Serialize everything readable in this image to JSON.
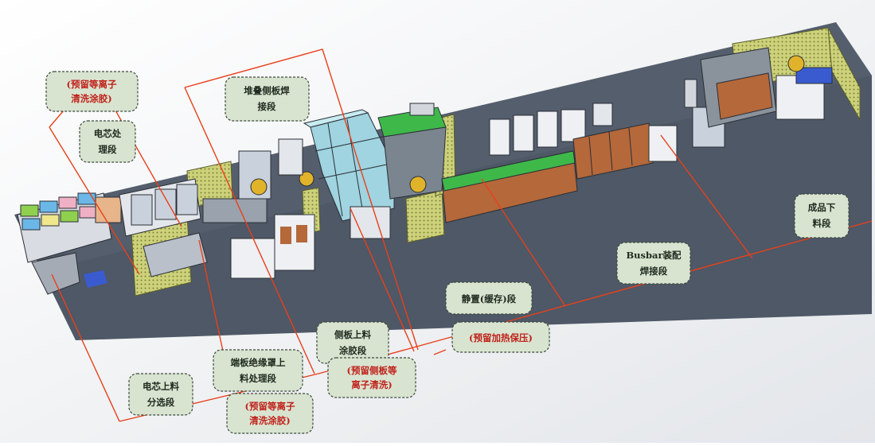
{
  "labels": {
    "reserve_plasma_top": [
      "(预留等离子",
      "清洗涂胶)"
    ],
    "cell_processing": [
      "电芯处",
      "理段"
    ],
    "stack_weld": [
      "堆叠侧板焊",
      "接段"
    ],
    "cell_feed_sort": [
      "电芯上料",
      "分选段"
    ],
    "endplate_feed": [
      "端板绝缘罩上",
      "料处理段"
    ],
    "reserve_plasma_bottom": [
      "(预留等离子",
      "清洗涂胶)"
    ],
    "sideplate_feed": [
      "侧板上料",
      "涂胶段"
    ],
    "reserve_sideplate_plasma": [
      "(预留侧板等",
      "离子清洗)"
    ],
    "standby": [
      "静置(缓存)段"
    ],
    "reserve_heat": [
      "(预留加热保压)"
    ],
    "busbar_weld": [
      "Busbar装配",
      "焊接段"
    ],
    "unload": [
      "成品下",
      "料段"
    ]
  },
  "colors": {
    "floor": "#4e5866",
    "lead_line": "#e8401c",
    "label_fill": "#d8e4d0",
    "label_text": "#1e2a1e",
    "reserve_text": "#c0201a",
    "fence": "#c9cf74",
    "machine_glass": "#9fd4e0",
    "conveyor": "#b5683a"
  }
}
